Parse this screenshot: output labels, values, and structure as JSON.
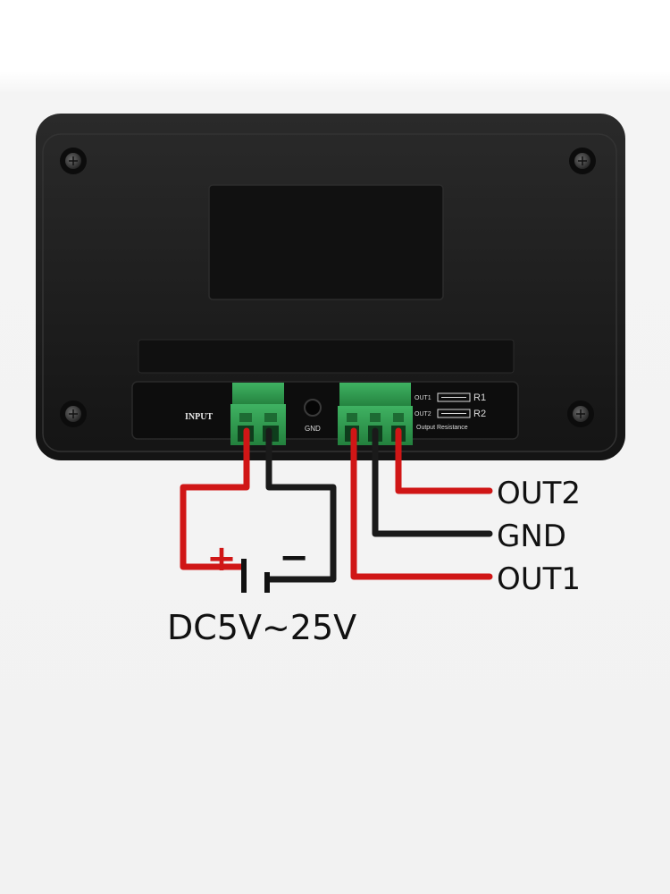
{
  "module": {
    "input_label": "INPUT",
    "gnd_socket_label": "GND",
    "out1_tag": "OUT1",
    "out2_tag": "OUT2",
    "r1_label": "R1",
    "r2_label": "R2",
    "output_resistance_label": "Output Resistance"
  },
  "wiring": {
    "plus_sign": "+",
    "minus_sign": "−",
    "supply_voltage": "DC5V~25V",
    "out2_label": "OUT2",
    "gnd_label": "GND",
    "out1_label": "OUT1"
  },
  "colors": {
    "body": "#1b1b1b",
    "terminal_block": "#2f9a4e",
    "wire_red": "#d01616",
    "wire_black": "#1a1a1a",
    "panel_text": "#e0e0e0"
  }
}
